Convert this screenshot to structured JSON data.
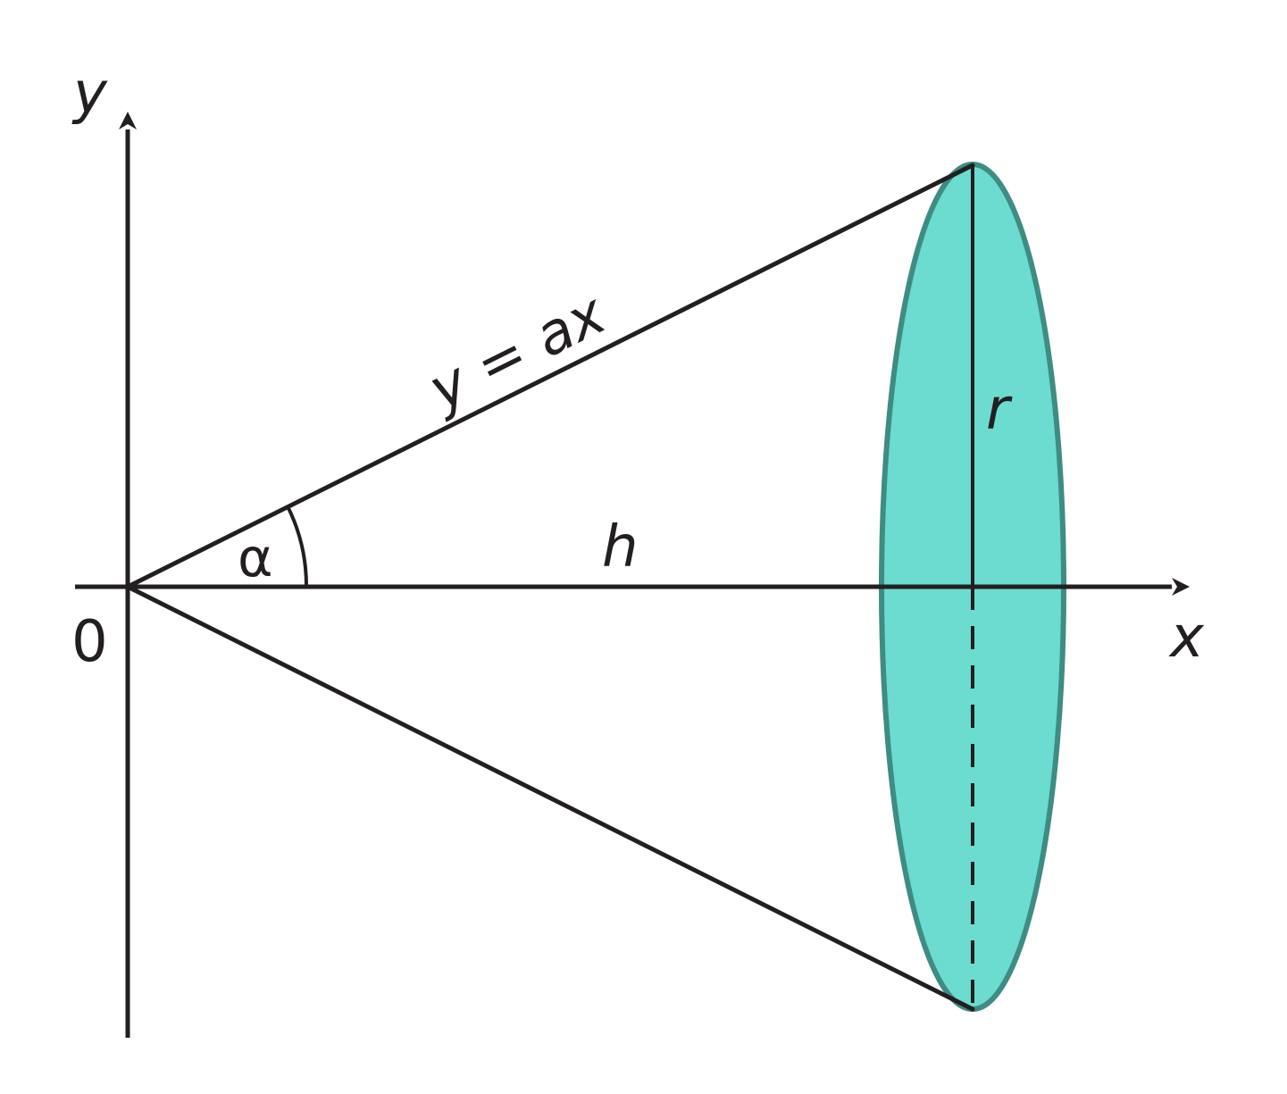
{
  "labels": {
    "y_axis": "y",
    "x_axis": "x",
    "origin": "0",
    "line_equation": "y = ax",
    "radius": "r",
    "height": "h",
    "angle": "α"
  },
  "colors": {
    "stroke": "#231f20",
    "disk_fill": "#6bdccf",
    "disk_stroke": "#3f8c82",
    "background": "#ffffff"
  }
}
